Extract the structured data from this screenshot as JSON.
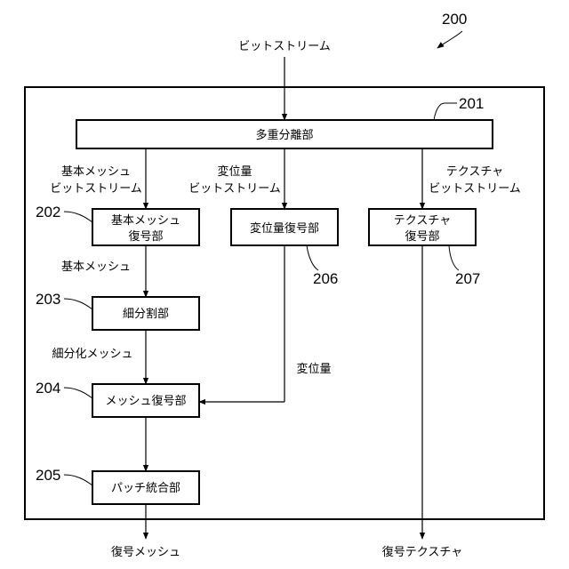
{
  "figure": {
    "ref_number": "200",
    "input_label": "ビットストリーム",
    "demux": {
      "ref": "201",
      "label": "多重分離部"
    },
    "streams": {
      "base_mesh": [
        "基本メッシュ",
        "ビットストリーム"
      ],
      "displacement": [
        "変位量",
        "ビットストリーム"
      ],
      "texture": [
        "テクスチャ",
        "ビットストリーム"
      ]
    },
    "blocks": {
      "base_mesh_decoder": {
        "ref": "202",
        "lines": [
          "基本メッシュ",
          "復号部"
        ]
      },
      "displacement_decoder": {
        "ref": "206",
        "label": "変位量復号部"
      },
      "texture_decoder": {
        "ref": "207",
        "lines": [
          "テクスチャ",
          "復号部"
        ]
      },
      "subdivision": {
        "ref": "203",
        "label": "細分割部"
      },
      "mesh_decoder": {
        "ref": "204",
        "label": "メッシュ復号部"
      },
      "patch_integration": {
        "ref": "205",
        "label": "パッチ統合部"
      }
    },
    "signals": {
      "base_mesh": "基本メッシュ",
      "subdivided_mesh": "細分化メッシュ",
      "displacement": "変位量"
    },
    "outputs": {
      "decoded_mesh": "復号メッシュ",
      "decoded_texture": "復号テクスチャ"
    }
  }
}
